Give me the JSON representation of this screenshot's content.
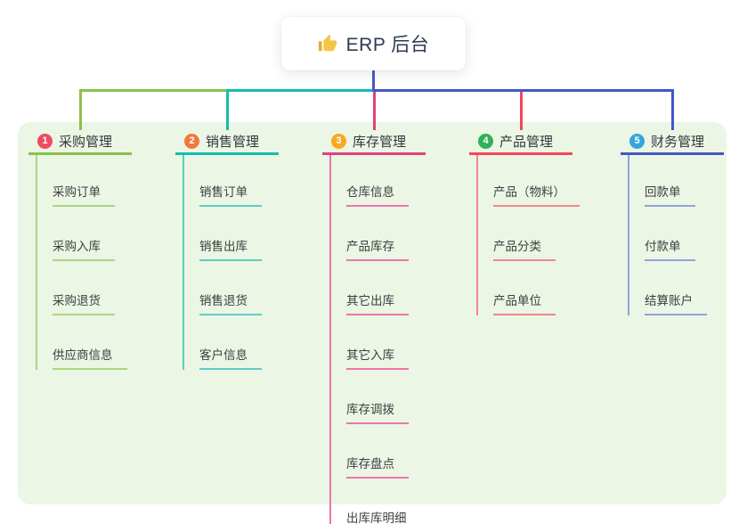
{
  "root": {
    "label": "ERP 后台",
    "icon": "thumbs-up-icon"
  },
  "colors": {
    "page_bg": "#ffffff",
    "panel_bg": "#ebf6e4",
    "root_line": "#4a57c6",
    "title_text": "#33373d",
    "child_text": "#3c4043",
    "thumb_hand": "#f6c445",
    "thumb_cuff": "#e9a83a"
  },
  "branches": [
    {
      "number": "1",
      "label": "采购管理",
      "badge_color": "#f04b5f",
      "line_color": "#8cc04e",
      "child_line_color": "#aed581",
      "children": [
        "采购订单",
        "采购入库",
        "采购退货",
        "供应商信息"
      ]
    },
    {
      "number": "2",
      "label": "销售管理",
      "badge_color": "#f0793c",
      "line_color": "#16bdae",
      "child_line_color": "#5ecdc3",
      "children": [
        "销售订单",
        "销售出库",
        "销售退货",
        "客户信息"
      ]
    },
    {
      "number": "3",
      "label": "库存管理",
      "badge_color": "#f7a922",
      "line_color": "#e0407f",
      "child_line_color": "#ee74ad",
      "children": [
        "仓库信息",
        "产品库存",
        "其它出库",
        "其它入库",
        "库存调拨",
        "库存盘点",
        "出库库明细"
      ]
    },
    {
      "number": "4",
      "label": "产品管理",
      "badge_color": "#2fb156",
      "line_color": "#f4465a",
      "child_line_color": "#f5868e",
      "children": [
        "产品（物料）",
        "产品分类",
        "产品单位"
      ]
    },
    {
      "number": "5",
      "label": "财务管理",
      "badge_color": "#34a5dc",
      "line_color": "#4356c6",
      "child_line_color": "#93a2df",
      "children": [
        "回款单",
        "付款单",
        "结算账户"
      ]
    }
  ]
}
